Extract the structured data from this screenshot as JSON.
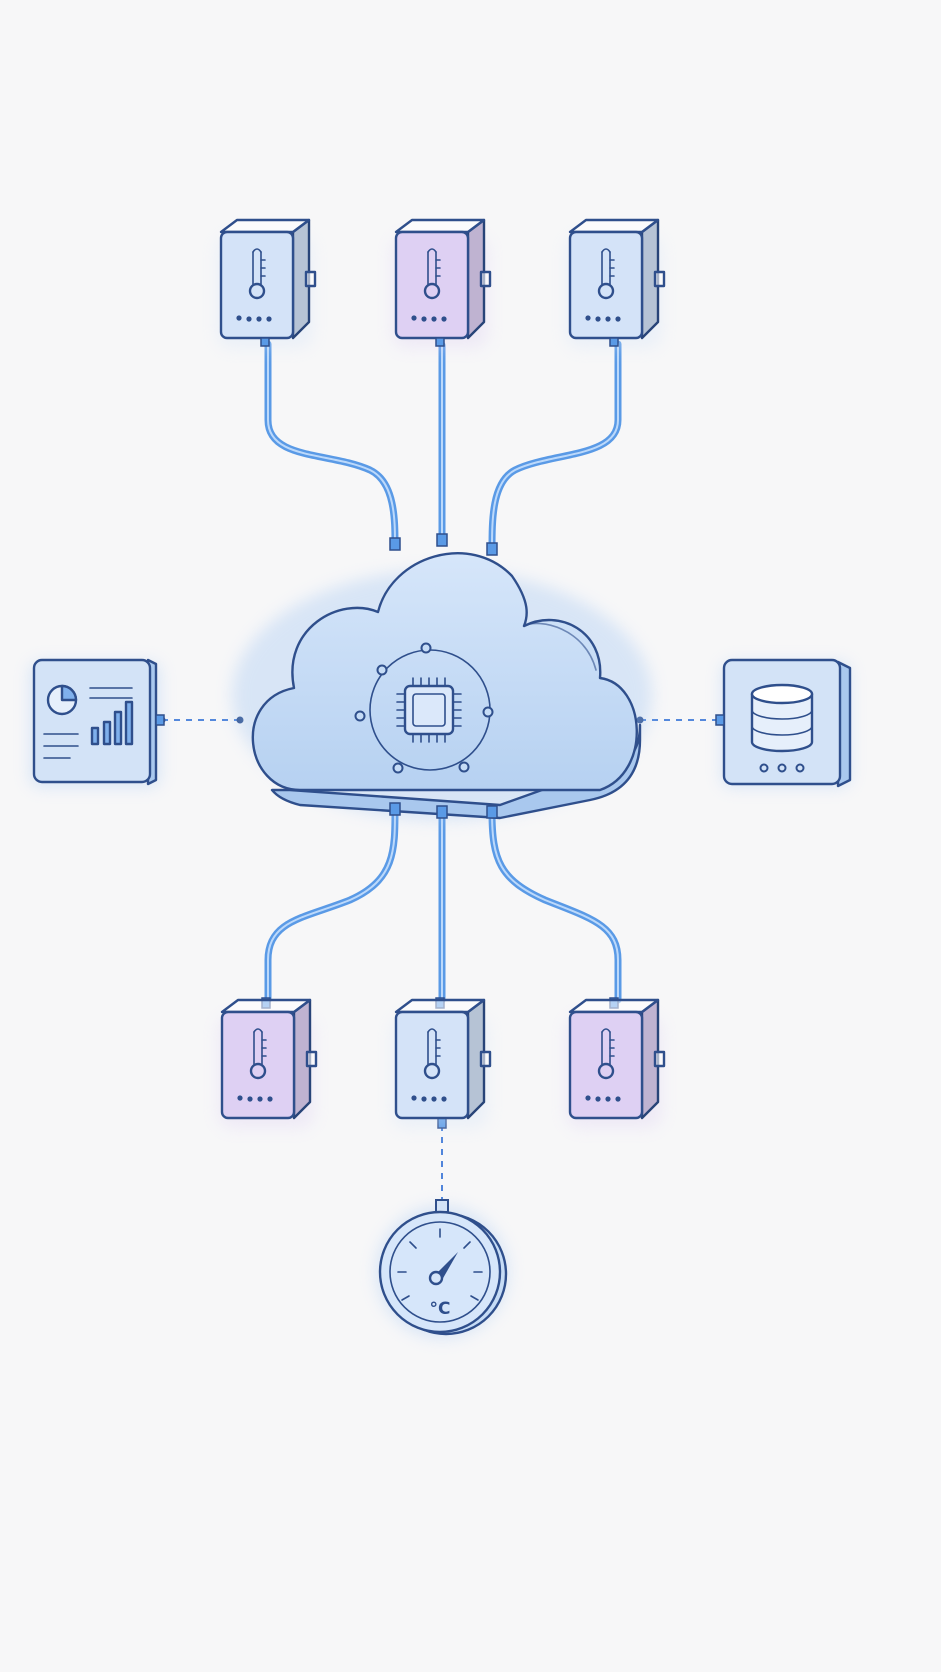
{
  "colors": {
    "background": "#f7f7f8",
    "ink": "#2f4f8c",
    "cable": "#5a9ae6",
    "cloud_fill": "#c6dcf6",
    "sensor_blue": "#d4e3f8",
    "sensor_purple": "#ded0f3",
    "panel_fill": "#d3e3f7"
  },
  "hub": {
    "icon": "cpu-chip-icon"
  },
  "sensors_top": [
    {
      "icon": "thermometer-icon",
      "tint": "blue"
    },
    {
      "icon": "thermometer-icon",
      "tint": "purple"
    },
    {
      "icon": "thermometer-icon",
      "tint": "blue"
    }
  ],
  "sensors_bottom": [
    {
      "icon": "thermometer-icon",
      "tint": "purple"
    },
    {
      "icon": "thermometer-icon",
      "tint": "blue"
    },
    {
      "icon": "thermometer-icon",
      "tint": "purple"
    }
  ],
  "dashboard": {
    "icon": "pie-and-bar-chart-icon"
  },
  "database": {
    "icon": "database-stack-icon"
  },
  "gauge": {
    "icon": "temperature-gauge-icon",
    "unit": "°C"
  }
}
